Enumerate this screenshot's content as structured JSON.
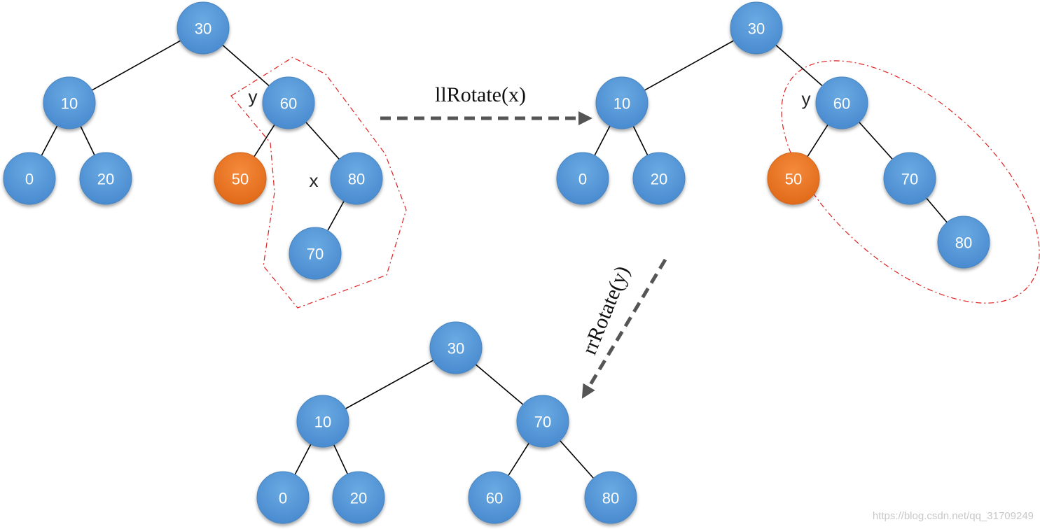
{
  "colors": {
    "node_fill": "#5a9bd5",
    "node_stroke": "#4a86c0",
    "highlight_fill": "#ed7d31",
    "highlight_stroke": "#d0661c",
    "edge": "#000000",
    "arrow": "#555555",
    "outline": "#e02020"
  },
  "trees": [
    {
      "id": "tree-before",
      "nodes": [
        {
          "id": "n30",
          "label": "30"
        },
        {
          "id": "n10",
          "label": "10"
        },
        {
          "id": "n60",
          "label": "60"
        },
        {
          "id": "n0",
          "label": "0"
        },
        {
          "id": "n20",
          "label": "20"
        },
        {
          "id": "n50",
          "label": "50",
          "highlight": true
        },
        {
          "id": "n80",
          "label": "80"
        },
        {
          "id": "n70",
          "label": "70"
        }
      ],
      "edges": [
        [
          "n30",
          "n10"
        ],
        [
          "n30",
          "n60"
        ],
        [
          "n10",
          "n0"
        ],
        [
          "n10",
          "n20"
        ],
        [
          "n60",
          "n50"
        ],
        [
          "n60",
          "n80"
        ],
        [
          "n80",
          "n70"
        ]
      ]
    },
    {
      "id": "tree-after-ll",
      "nodes": [
        {
          "id": "n30",
          "label": "30"
        },
        {
          "id": "n10",
          "label": "10"
        },
        {
          "id": "n60",
          "label": "60"
        },
        {
          "id": "n0",
          "label": "0"
        },
        {
          "id": "n20",
          "label": "20"
        },
        {
          "id": "n50",
          "label": "50",
          "highlight": true
        },
        {
          "id": "n70",
          "label": "70"
        },
        {
          "id": "n80",
          "label": "80"
        }
      ],
      "edges": [
        [
          "n30",
          "n10"
        ],
        [
          "n30",
          "n60"
        ],
        [
          "n10",
          "n0"
        ],
        [
          "n10",
          "n20"
        ],
        [
          "n60",
          "n50"
        ],
        [
          "n60",
          "n70"
        ],
        [
          "n70",
          "n80"
        ]
      ]
    },
    {
      "id": "tree-after-rr",
      "nodes": [
        {
          "id": "n30",
          "label": "30"
        },
        {
          "id": "n10",
          "label": "10"
        },
        {
          "id": "n70",
          "label": "70"
        },
        {
          "id": "n0",
          "label": "0"
        },
        {
          "id": "n20",
          "label": "20"
        },
        {
          "id": "n60",
          "label": "60"
        },
        {
          "id": "n80",
          "label": "80"
        }
      ],
      "edges": [
        [
          "n30",
          "n10"
        ],
        [
          "n30",
          "n70"
        ],
        [
          "n10",
          "n0"
        ],
        [
          "n10",
          "n20"
        ],
        [
          "n70",
          "n60"
        ],
        [
          "n70",
          "n80"
        ]
      ]
    }
  ],
  "var_labels": {
    "tree_before_y": "y",
    "tree_before_x": "x",
    "tree_after_ll_y": "y"
  },
  "operations": {
    "ll_rotate": "llRotate(x)",
    "rr_rotate": "rrRotate(y)"
  },
  "watermark": "https://blog.csdn.net/qq_31709249"
}
